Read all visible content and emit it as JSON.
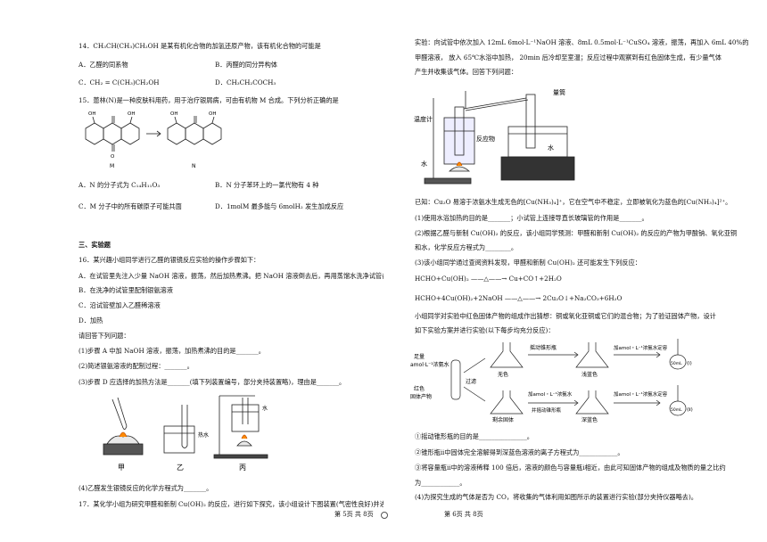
{
  "left": {
    "q14": {
      "stem": "14．CH₃CH(CH₃)CH₂OH 是某有机化合物的加氢还原产物，该有机化合物的可能是",
      "A": "A．乙醛的同系物",
      "B": "B．丙醛的同分异构体",
      "C": "C．CH₂ = C(CH₃)CH₂OH",
      "D": "D．CH₃CH₂COCH₃"
    },
    "q15": {
      "stem": "15．蒽林(N)是一种皮肤科用药，用于治疗银屑病，可由有机物 M 合成。下列分析正确的是",
      "M_label": "M",
      "N_label": "N",
      "oh": "OH",
      "o": "O",
      "A": "A．N 的分子式为 C₁₄H₁₁O₃",
      "B": "B．N 分子苯环上的一氯代物有 4 种",
      "C": "C．M 分子中的所有碳原子可能共面",
      "D": "D．1molM 最多能与 6molH₂ 发生加成反应"
    },
    "section3": "三、实验题",
    "q16": {
      "stem": "16．某兴趣小组同学进行乙醛的银镜反应实验的操作步骤如下：",
      "stepA": "A．在试管里先注入少量 NaOH 溶液，振荡，然后加热煮沸。把 NaOH 溶液倒去后，再用蒸馏水洗净试管备用",
      "stepB": "B．在洗净的试管里配制银氨溶液",
      "stepC": "C．沿试管壁加入乙醛稀溶液",
      "stepD": "D．加热",
      "ask": "请回答下列问题：",
      "p1": "(1)步骤 A 中加 NaOH 溶液，振荡，加热煮沸的目的是_______。",
      "p2": "(2)简述银氨溶液的配制过程：_______。",
      "p3": "(3)步骤 D 应选择的加热方法是_______(填下列装置编号，部分夹持装置略)，理由是_______。",
      "fig_jia": "甲",
      "fig_yi": "乙",
      "fig_bing": "丙",
      "hot_water": "热水",
      "water": "水",
      "p4": "(4)乙醛发生银镜反应的化学方程式为_______。"
    },
    "q17_stem": "17．某化学小组为研究甲醛和新制 Cu(OH)₂ 的反应，进行如下探究，该小组设计下图装置(气密性良好)并进行",
    "footer": "第 5页  共 8页"
  },
  "right": {
    "intro1": "实验：向试管中依次加入 12mL 6mol·L⁻¹NaOH 溶液、8mL 0.5mol·L⁻¹CuSO₄ 溶液，振荡，再加入 6mL 40%的",
    "intro2": "甲醛溶液，  放入 65℃水浴中加热，   20min 后冷却至室温；反应过程中观察到有红色固体生成，有少量气体",
    "intro3": "产生并收集该气体。回答下列问题：",
    "app": {
      "thermometer": "温度计",
      "reactant": "反应物",
      "water_left": "水",
      "water_right": "水",
      "cylinder": "量筒"
    },
    "known": "已知：Cu₂O 易溶于浓氨水生成无色的[Cu(NH₃)₄]⁺，它在空气中不稳定，立即被氧化为蓝色的[Cu(NH₃)₄]²⁺。",
    "r1": "(1)使用水浴加热的目的是_______；小试管上连接导直长玻璃管的作用是_______。",
    "r2a": "(2)根据乙醛与新制 Cu(OH)₂ 的反应，该小组同学预测：甲醛和新制 Cu(OH)₂ 的反应的产物为甲酸钠、氧化亚铜",
    "r2b": "和水，化学反应方程式为________。",
    "r3": "(3)该小组同学通过查阅资料发现，甲醛和新制 Cu(OH)₂ 还可能发生下列反应：",
    "eq1": "HCHO+Cu(OH)₂ ——△——→ Cu+CO↑+2H₂O",
    "eq2": "HCHO+4Cu(OH)₂+2NaOH ——△——→ 2Cu₂O↓+Na₂CO₃+6H₂O",
    "mix1": "小组同学对实验中红色固体产物的组成作出猜想：铜或氧化亚铜或它们的混合物；为了验证固体产物，设计",
    "mix2": "如下实验方案并进行实验(以下每步均充分反应)：",
    "flow": {
      "amount": "足量",
      "conc_ammonia": "amol·L⁻¹浓氨水",
      "red_solid": "红色",
      "solid_product": "固体产物",
      "filter": "过滤",
      "shake": "摇动锥形瓶",
      "colorless": "无色",
      "light_blue": "浅蓝色",
      "residue": "剩余固体",
      "dark_blue": "深蓝色",
      "dilute1": "加amol・L⁻¹浓氨水定容",
      "add_ammonia": "加amol・L⁻¹浓氨水",
      "shake2": "并摇动锥形瓶",
      "dilute2": "加amol・L⁻¹浓氨水定容",
      "vol": "50mL",
      "tag1": "(ⅰ)",
      "tag2": "(ⅱ)"
    },
    "s1": "①摇动锥形瓶的目的是_______________。",
    "s2": "②锥形瓶ii中固体完全溶解得到深蓝色溶液的离子方程式为____________。",
    "s3a": "③将容量瓶ii中的溶液稀释 100 倍后，溶液的颜色与容量瓶i相近，由此可知固体产物的组成及物质的量之比约",
    "s3b": "为____________。",
    "s4": "(4)为探究生成的气体是否为 CO，将收集的气体利用如图所示的装置进行实验(部分夹持仪器略去)。",
    "footer": "第 6页  共 8页"
  }
}
